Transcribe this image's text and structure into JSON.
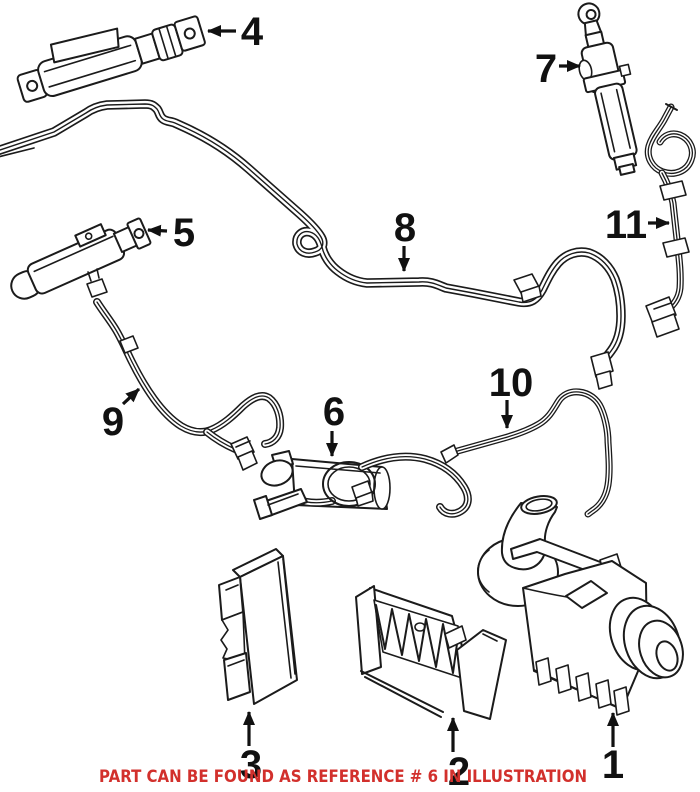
{
  "illustration": {
    "background_color": "#ffffff",
    "line_color": "#1b1b1b",
    "callouts": [
      {
        "label": "1"
      },
      {
        "label": "2"
      },
      {
        "label": "3"
      },
      {
        "label": "4"
      },
      {
        "label": "5"
      },
      {
        "label": "6"
      },
      {
        "label": "7"
      },
      {
        "label": "8"
      },
      {
        "label": "9"
      },
      {
        "label": "10"
      },
      {
        "label": "11"
      }
    ],
    "caption": {
      "text": "PART CAN BE FOUND AS REFERENCE # 6 IN ILLUSTRATION",
      "color": "#d2302c"
    }
  }
}
